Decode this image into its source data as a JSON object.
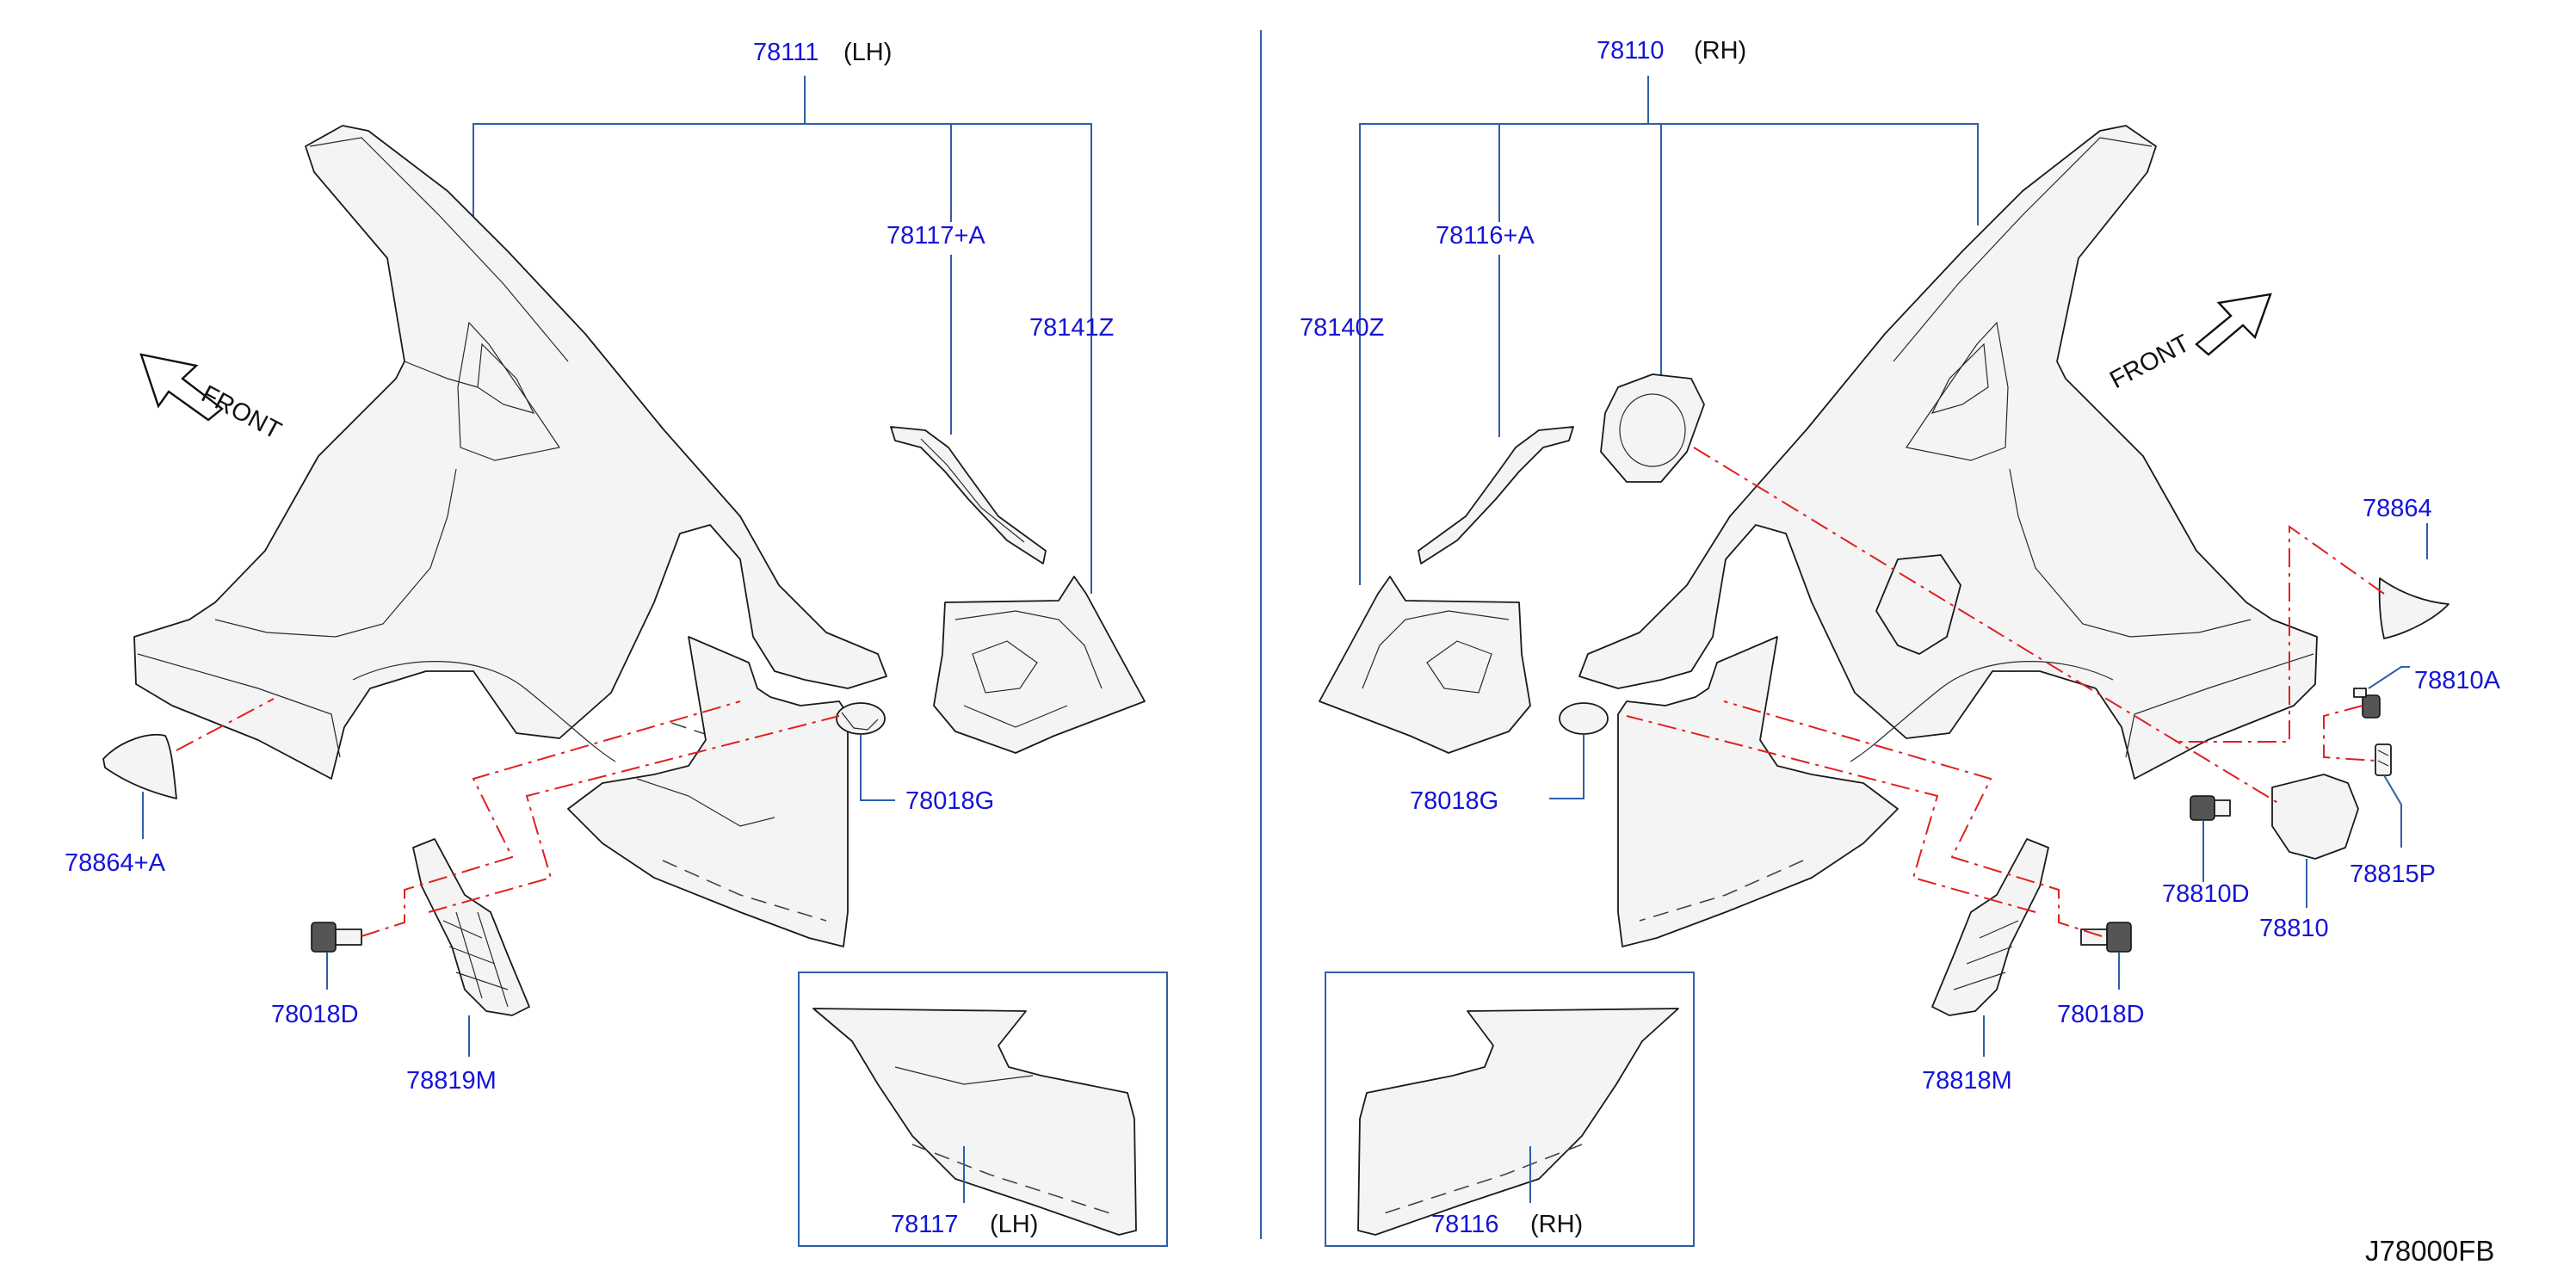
{
  "diagram_id": "J78000FB",
  "left_side": {
    "assembly_number": "78111",
    "assembly_side": "(LH)",
    "front_label": "FRONT",
    "callouts": [
      "78117+A",
      "78141Z",
      "78864+A",
      "78018G",
      "78018D",
      "78819M"
    ],
    "detail": {
      "part": "78117",
      "side": "(LH)"
    }
  },
  "right_side": {
    "assembly_number": "78110",
    "assembly_side": "(RH)",
    "front_label": "FRONT",
    "callouts": [
      "78116+A",
      "78140Z",
      "78018G",
      "78864",
      "78810A",
      "78815P",
      "78810D",
      "78810",
      "78018D",
      "78818M"
    ],
    "detail": {
      "part": "78116",
      "side": "(RH)"
    }
  },
  "colors": {
    "callout_text": "#1414d8",
    "leader_line": "#2f5fa8",
    "mating_line": "#e02020"
  }
}
